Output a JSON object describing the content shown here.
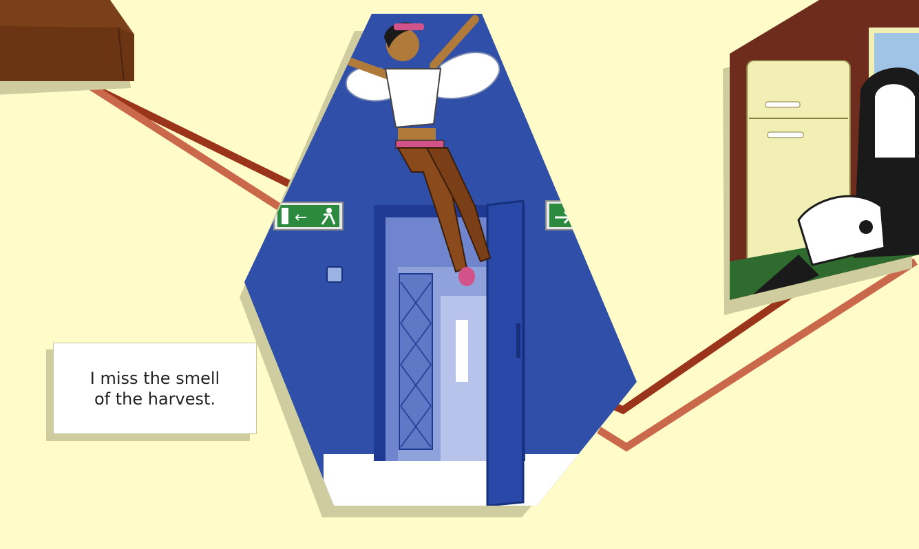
{
  "caption": {
    "line1": "I miss the smell",
    "line2": "of the harvest."
  },
  "colors": {
    "background": "#fffcc9",
    "panel_shadow": "#cfcca0",
    "connector_dark": "#9a341b",
    "connector_light": "#c9684a",
    "wall_blue": "#2f4fa8",
    "exit_sign_green": "#2b8a3e",
    "kitchen_wall": "#6e2c1c",
    "fridge": "#f1efb4",
    "table_green": "#2f6a2e"
  },
  "icons": [
    "running-man-exit-icon",
    "left-arrow-icon",
    "angel-wings",
    "light-switch"
  ]
}
